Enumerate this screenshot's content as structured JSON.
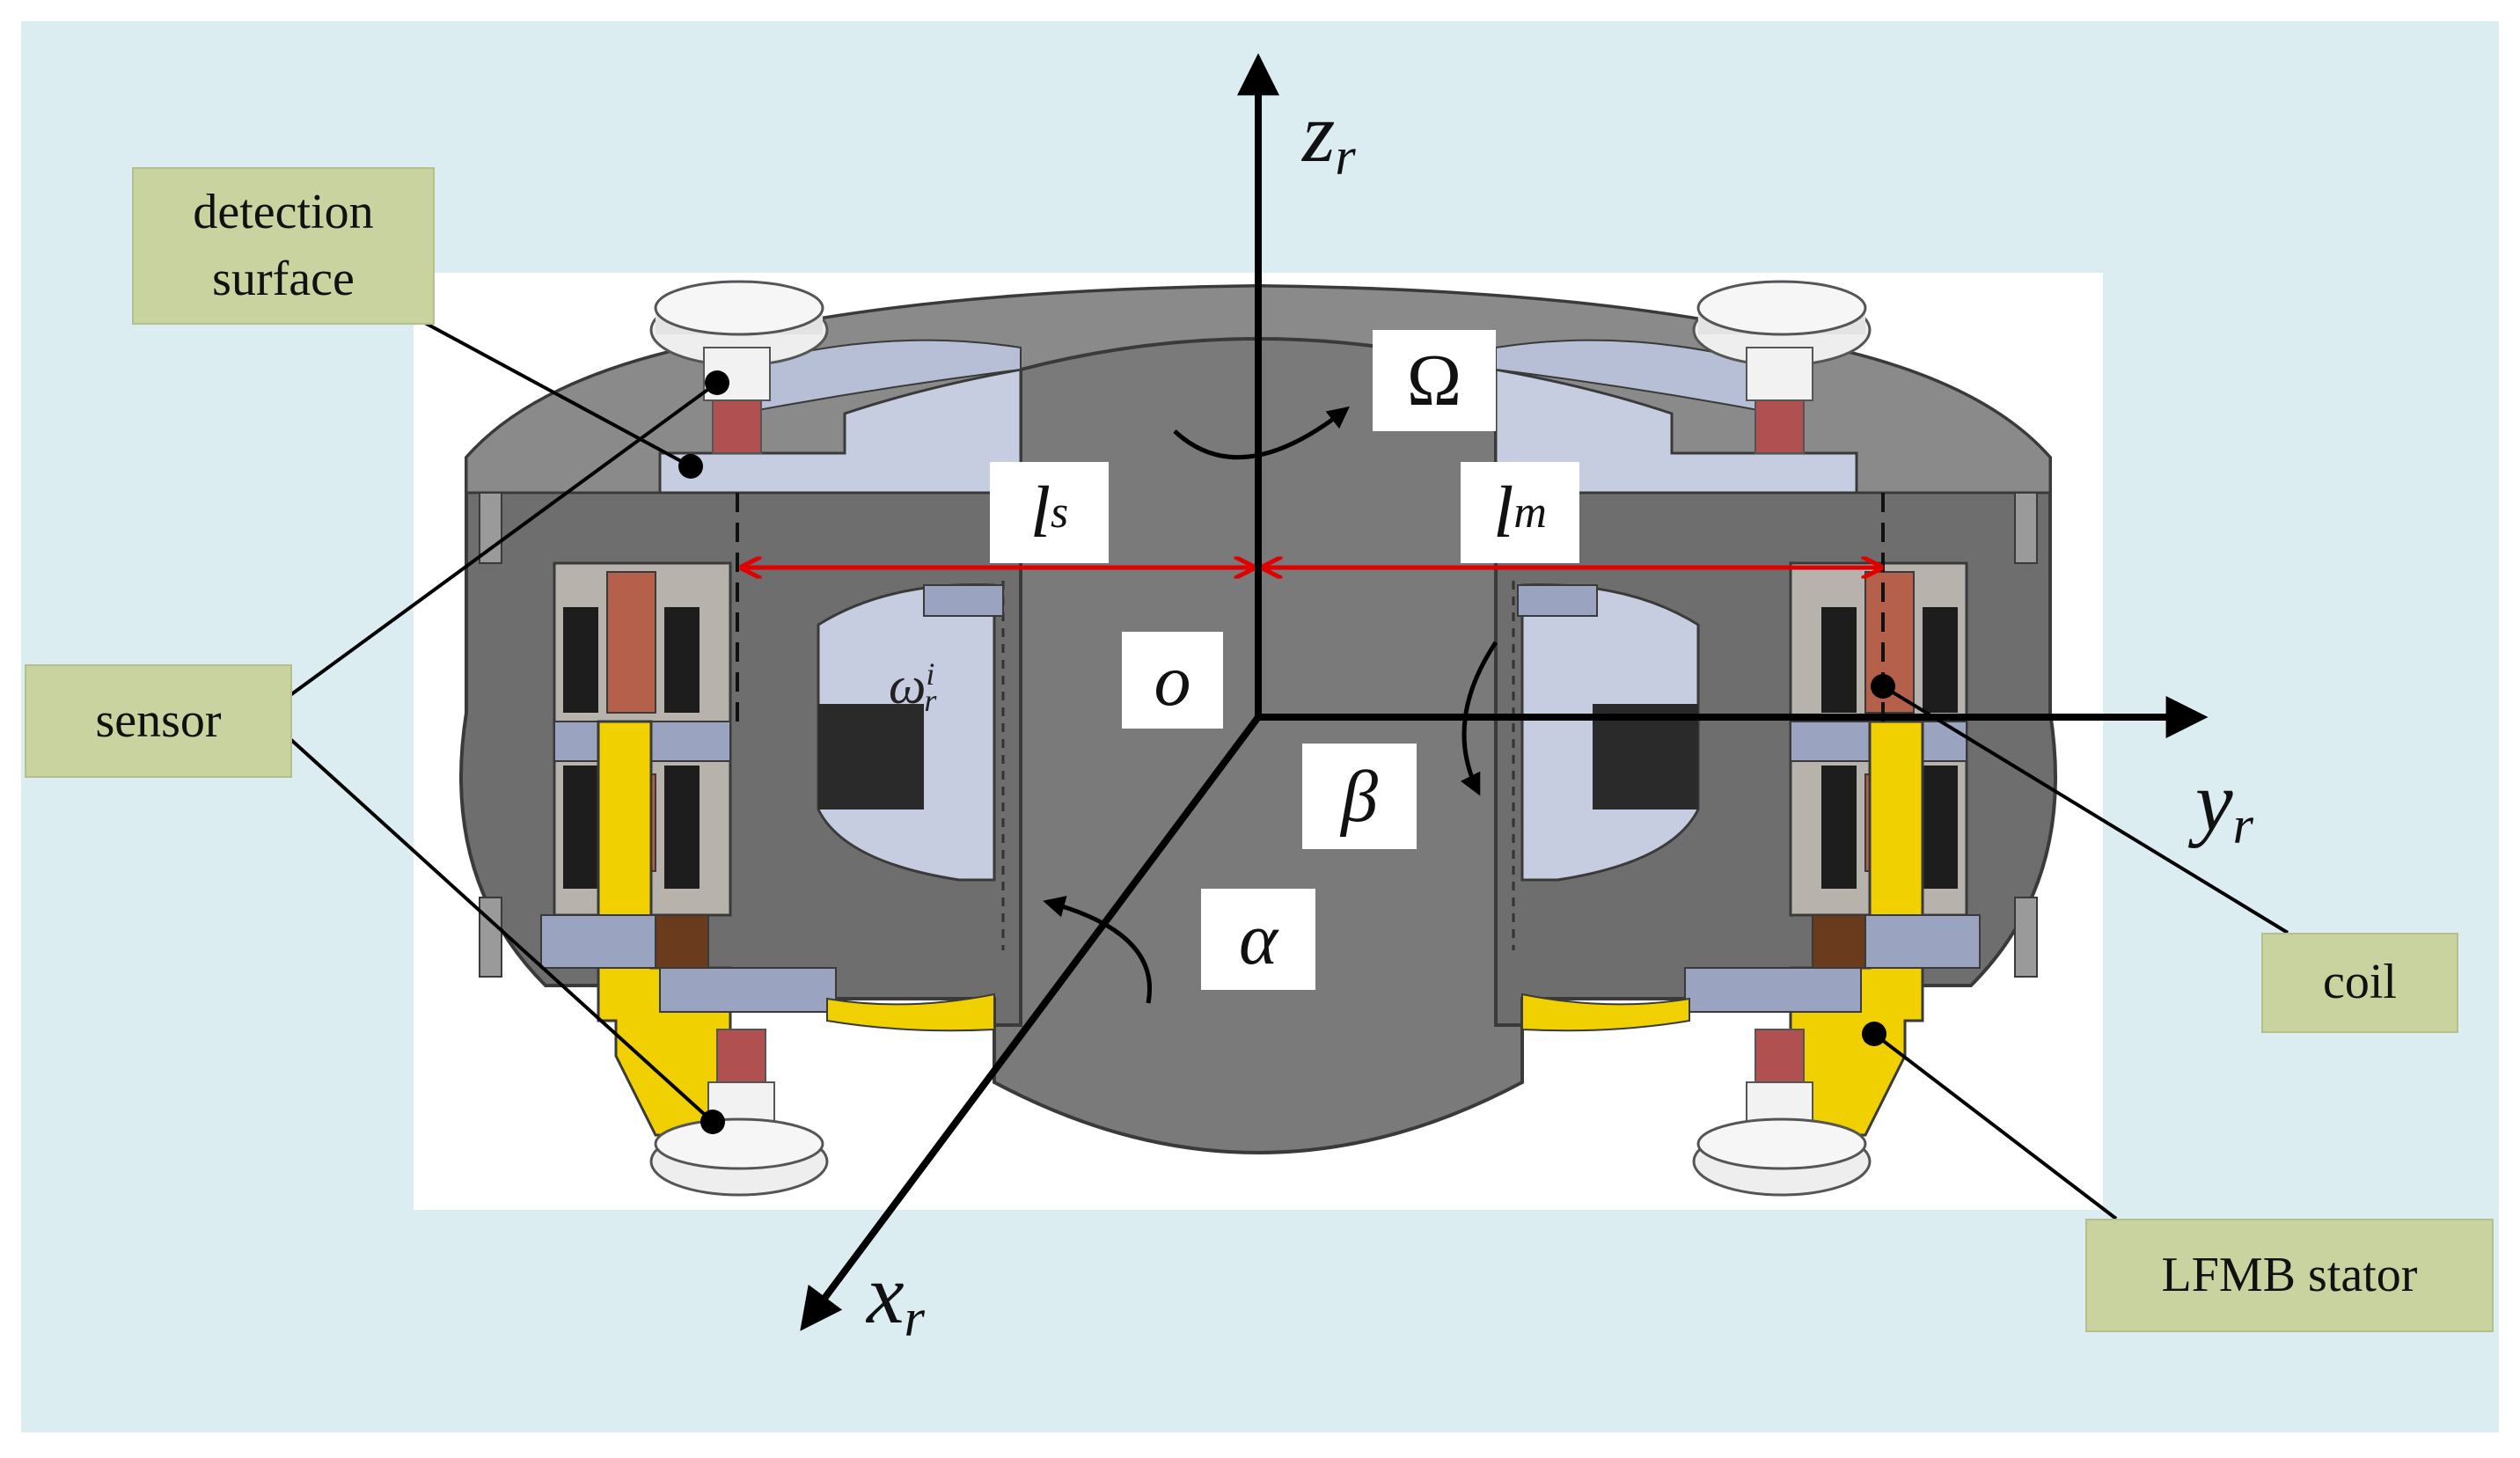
{
  "labels": {
    "detection_surface": "detection surface",
    "sensor": "sensor",
    "coil": "coil",
    "stator": "LFMB stator"
  },
  "symbols": {
    "omega_big": "Ω",
    "ls_main": "l",
    "ls_sub": "s",
    "lm_main": "l",
    "lm_sub": "m",
    "origin": "o",
    "beta": "β",
    "alpha": "α",
    "omega_small_main": "ω",
    "omega_small_sub": "r",
    "omega_small_sup": "i"
  },
  "axes": {
    "z_main": "z",
    "z_sub": "r",
    "y_main": "y",
    "y_sub": "r",
    "x_main": "x",
    "x_sub": "r"
  },
  "colors": {
    "background": "#dcedf2",
    "panel": "#ffffff",
    "label_fill": "#c8d3a0",
    "body_gray": "#6f6f6f",
    "light_blue": "#c7cde0",
    "yellow": "#f0d000",
    "copper": "#b5604a",
    "dimension_red": "#e00000"
  }
}
